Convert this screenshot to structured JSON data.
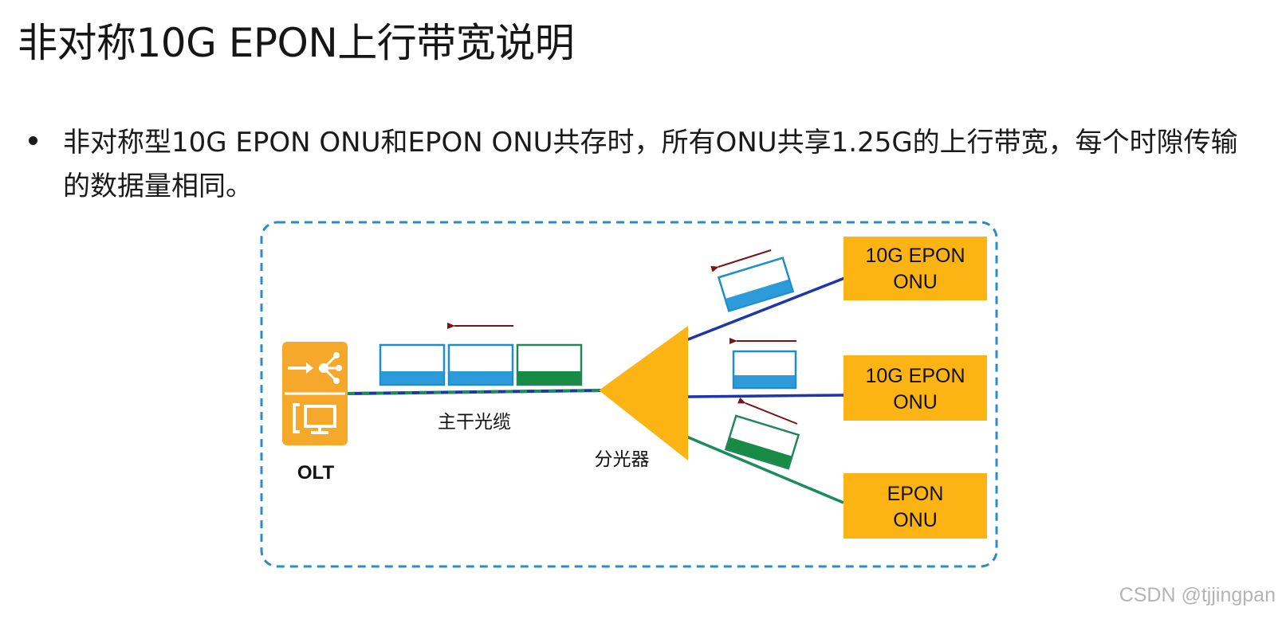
{
  "slide": {
    "title": "非对称10G EPON上行带宽说明",
    "bullet": "非对称型10G EPON ONU和EPON ONU共存时，所有ONU共享1.25G的上行带宽，每个时隙传输的数据量相同。"
  },
  "diagram": {
    "olt_label": "OLT",
    "trunk_label": "主干光缆",
    "splitter_label": "分光器",
    "onus": [
      {
        "line1": "10G EPON",
        "line2": "ONU",
        "type": "10g"
      },
      {
        "line1": "10G EPON",
        "line2": "ONU",
        "type": "10g"
      },
      {
        "line1": "EPON",
        "line2": "ONU",
        "type": "epon"
      }
    ],
    "colors": {
      "box_orange": "#FCB415",
      "olt_orange": "#F5A82A",
      "blue_frame": "#1E8FC8",
      "blue_fill": "#2D9AD9",
      "green_frame": "#23855A",
      "green_fill": "#178A44",
      "navy_fiber": "#1E36A8",
      "green_fiber": "#1C8C5C",
      "arrow": "#7A1414",
      "dashed_border": "#2E8BC7"
    }
  },
  "watermark": "CSDN @tjjingpan"
}
